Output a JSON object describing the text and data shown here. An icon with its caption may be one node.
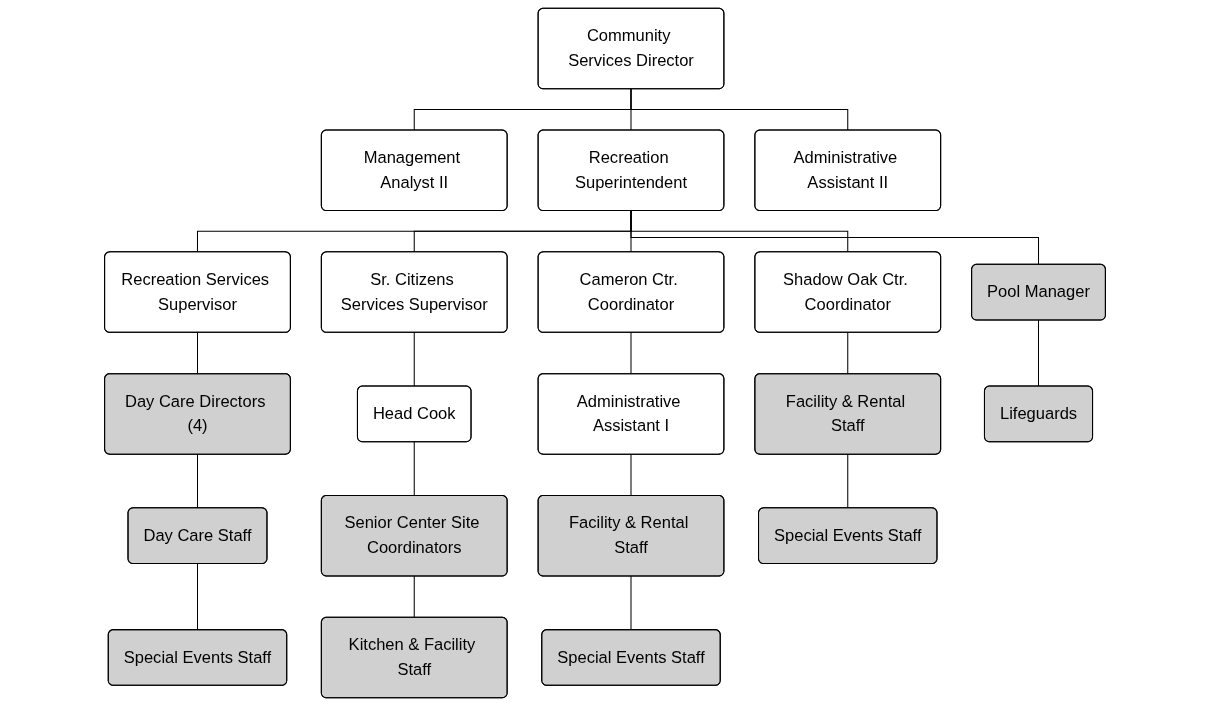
{
  "diagram": {
    "nodes": [
      {
        "text": [
          "Community Services Director"
        ]
      },
      {
        "text": [
          "Management Analyst II"
        ]
      },
      {
        "text": [
          "Recreation Superintendent"
        ]
      },
      {
        "text": [
          "Administrative Assistant II"
        ]
      },
      {
        "text": [
          "Recreation Services Supervisor"
        ]
      },
      {
        "text": [
          "Sr. Citizens Services Supervisor"
        ]
      },
      {
        "text": [
          "Cameron Ctr. Coordinator"
        ]
      },
      {
        "text": [
          "Shadow Oak Ctr. Coordinator"
        ]
      },
      {
        "text": [
          "Pool Manager"
        ]
      },
      {
        "text": [
          "Day Care Directors (4)"
        ]
      },
      {
        "text": [
          "Head Cook"
        ]
      },
      {
        "text": [
          "Administrative Assistant I"
        ]
      },
      {
        "text": [
          "Facility & Rental Staff"
        ]
      },
      {
        "text": [
          "Lifeguards"
        ]
      },
      {
        "text": [
          "Day Care Staff"
        ]
      },
      {
        "text": [
          "Senior Center Site Coordinators"
        ]
      },
      {
        "text": [
          "Facility & Rental Staff"
        ]
      },
      {
        "text": [
          "Special Events Staff"
        ]
      },
      {
        "text": [
          "Special Events Staff"
        ]
      },
      {
        "text": [
          "Kitchen & Facility Staff"
        ]
      },
      {
        "text": [
          "Special Events Staff"
        ]
      }
    ],
    "edges": [
      {
        "from": 0,
        "to": 1,
        "arrow": "none"
      },
      {
        "from": 0,
        "to": 2,
        "arrow": "none"
      },
      {
        "from": 0,
        "to": 3,
        "arrow": "none"
      },
      {
        "from": 2,
        "to": 4,
        "arrow": "none"
      },
      {
        "from": 2,
        "to": 5,
        "arrow": "none"
      },
      {
        "from": 2,
        "to": 6,
        "arrow": "none"
      },
      {
        "from": 2,
        "to": 7,
        "arrow": "none"
      },
      {
        "from": 2,
        "to": 8,
        "arrow": "none"
      },
      {
        "from": 4,
        "to": 9,
        "arrow": "none"
      },
      {
        "from": 5,
        "to": 10,
        "arrow": "none"
      },
      {
        "from": 6,
        "to": 11,
        "arrow": "none"
      },
      {
        "from": 7,
        "to": 12,
        "arrow": "none"
      },
      {
        "from": 8,
        "to": 13,
        "arrow": "none"
      },
      {
        "from": 9,
        "to": 14,
        "arrow": "none"
      },
      {
        "from": 10,
        "to": 15,
        "arrow": "none"
      },
      {
        "from": 11,
        "to": 16,
        "arrow": "none"
      },
      {
        "from": 12,
        "to": 17,
        "arrow": "none"
      },
      {
        "from": 14,
        "to": 18,
        "arrow": "none"
      },
      {
        "from": 15,
        "to": 19,
        "arrow": "none"
      },
      {
        "from": 16,
        "to": 20,
        "arrow": "none"
      }
    ]
  }
}
